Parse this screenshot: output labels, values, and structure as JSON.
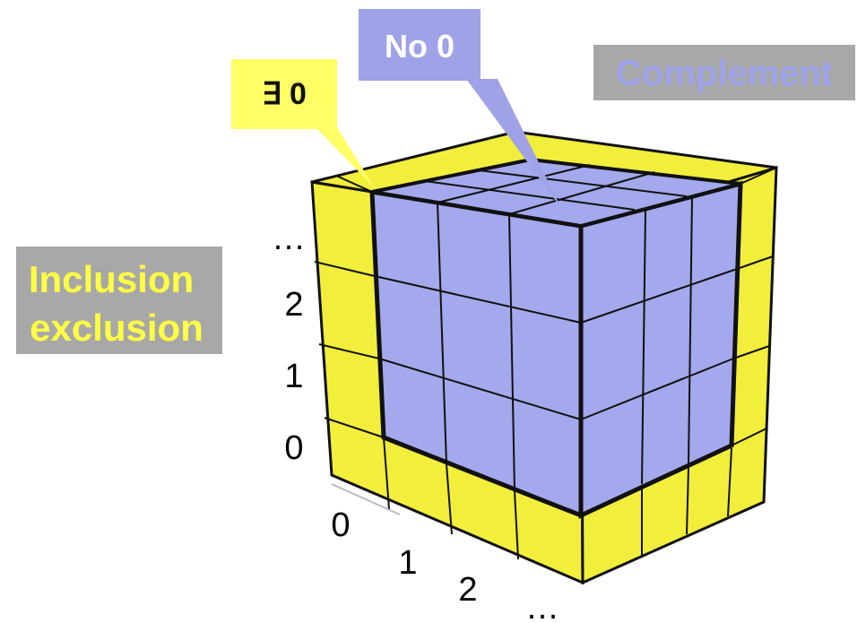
{
  "callouts": {
    "exists_zero": "∃ 0",
    "no_zero": "No 0",
    "complement": "Complement",
    "inclusion_exclusion": [
      "Inclusion",
      "exclusion"
    ]
  },
  "vertical_axis": [
    "0",
    "1",
    "2",
    "…"
  ],
  "depth_axis": [
    "0",
    "1",
    "2",
    "…"
  ],
  "colors": {
    "yellow_fill": "#f2ee3c",
    "yellow_callout": "#ffff66",
    "blue_fill": "#a4a8ec",
    "blue_callout": "#9fa2e6",
    "gray_label": "#a8a8a8",
    "complement_text": "#9ea3ea",
    "inclusion_text": "#ffff44",
    "grid_line": "#111111"
  }
}
